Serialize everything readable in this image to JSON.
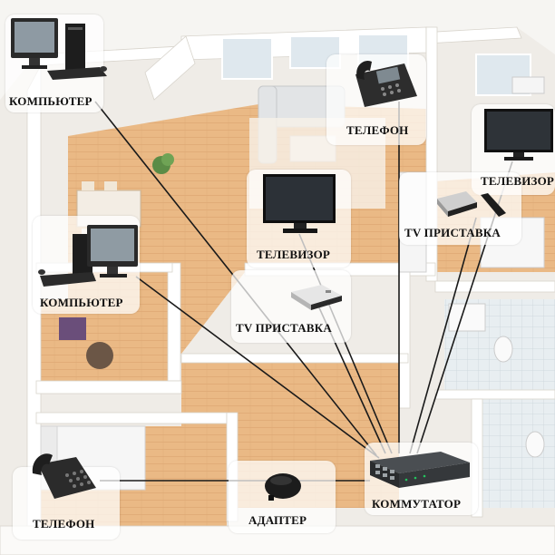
{
  "devices": {
    "computer_top": {
      "label": "КОМПЬЮТЕР"
    },
    "phone_top": {
      "label": "ТЕЛЕФОН"
    },
    "tv_right": {
      "label": "ТЕЛЕВИЗОР"
    },
    "stb_right": {
      "label": "TV ПРИСТАВКА"
    },
    "tv_center": {
      "label": "ТЕЛЕВИЗОР"
    },
    "computer_left": {
      "label": "КОМПЬЮТЕР"
    },
    "stb_center": {
      "label": "TV ПРИСТАВКА"
    },
    "phone_bottom": {
      "label": "ТЕЛЕФОН"
    },
    "adapter": {
      "label": "АДАПТЕР"
    },
    "switch": {
      "label": "КОММУТАТОР"
    }
  },
  "colors": {
    "floor": "#e9b884",
    "wall": "#ffffff",
    "cable": "#1a1a1a",
    "tile": "#dfe6ea"
  }
}
